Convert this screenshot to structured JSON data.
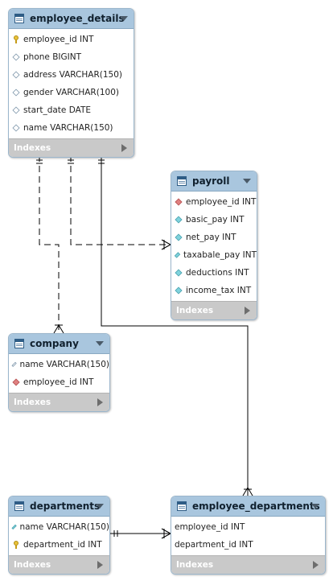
{
  "tables": {
    "employee_details": {
      "title": "employee_details",
      "columns": [
        {
          "text": "employee_id INT",
          "icon": "primary-key-icon"
        },
        {
          "text": "phone BIGINT",
          "icon": "column-diamond-icon"
        },
        {
          "text": "address VARCHAR(150)",
          "icon": "column-diamond-icon"
        },
        {
          "text": "gender VARCHAR(100)",
          "icon": "column-diamond-icon"
        },
        {
          "text": "start_date DATE",
          "icon": "column-diamond-icon"
        },
        {
          "text": "name VARCHAR(150)",
          "icon": "column-diamond-icon"
        }
      ],
      "indexes_label": "Indexes"
    },
    "payroll": {
      "title": "payroll",
      "columns": [
        {
          "text": "employee_id INT",
          "icon": "foreign-key-icon"
        },
        {
          "text": "basic_pay INT",
          "icon": "nonnull-column-icon"
        },
        {
          "text": "net_pay INT",
          "icon": "nonnull-column-icon"
        },
        {
          "text": "taxabale_pay INT",
          "icon": "nonnull-column-icon"
        },
        {
          "text": "deductions INT",
          "icon": "nonnull-column-icon"
        },
        {
          "text": "income_tax INT",
          "icon": "nonnull-column-icon"
        }
      ],
      "indexes_label": "Indexes"
    },
    "company": {
      "title": "company",
      "columns": [
        {
          "text": "name VARCHAR(150)",
          "icon": "column-diamond-icon"
        },
        {
          "text": "employee_id INT",
          "icon": "foreign-key-icon"
        }
      ],
      "indexes_label": "Indexes"
    },
    "departments": {
      "title": "departments",
      "columns": [
        {
          "text": "name VARCHAR(150)",
          "icon": "nonnull-column-icon"
        },
        {
          "text": "department_id INT",
          "icon": "primary-key-icon"
        }
      ],
      "indexes_label": "Indexes"
    },
    "employee_departments": {
      "title": "employee_departments",
      "columns": [
        {
          "text": "employee_id INT",
          "icon": "none"
        },
        {
          "text": "department_id INT",
          "icon": "none"
        }
      ],
      "indexes_label": "Indexes"
    }
  },
  "colors": {
    "header_bg": "#a9c6de",
    "indexes_bg": "#c9c9c9",
    "connector": "#000000"
  }
}
